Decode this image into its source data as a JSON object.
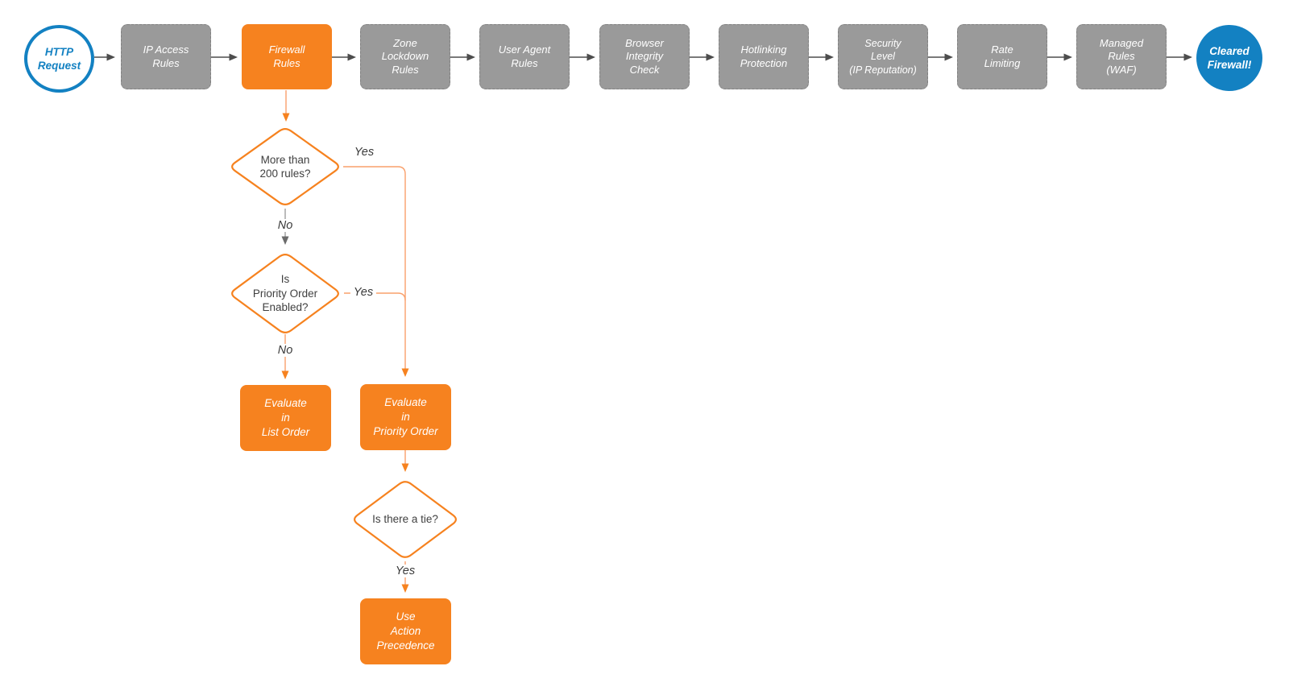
{
  "diagram": "Firewall request evaluation flowchart",
  "colors": {
    "accent_orange": "#f6821f",
    "connector_orange": "#f9a06b",
    "node_gray": "#9a9a9a",
    "accent_blue": "#1381c2",
    "connector_dark": "#4d4d4d",
    "connector_gray": "#9e9e9e",
    "text_dark": "#404040"
  },
  "start": {
    "label": "HTTP\nRequest"
  },
  "steps": [
    {
      "label": "IP Access\nRules"
    },
    {
      "label": "Firewall\nRules",
      "highlighted": true
    },
    {
      "label": "Zone\nLockdown\nRules"
    },
    {
      "label": "User Agent\nRules"
    },
    {
      "label": "Browser\nIntegrity\nCheck"
    },
    {
      "label": "Hotlinking\nProtection"
    },
    {
      "label": "Security\nLevel\n(IP Reputation)"
    },
    {
      "label": "Rate\nLimiting"
    },
    {
      "label": "Managed\nRules\n(WAF)"
    }
  ],
  "end": {
    "label": "Cleared\nFirewall!"
  },
  "decisions": [
    {
      "label": "More than\n200 rules?"
    },
    {
      "label": "Is\nPriority Order\nEnabled?"
    },
    {
      "label": "Is there a tie?"
    }
  ],
  "outcomes": [
    {
      "label": "Evaluate\nin\nList Order"
    },
    {
      "label": "Evaluate\nin\nPriority Order"
    },
    {
      "label": "Use\nAction\nPrecedence"
    }
  ],
  "edges": {
    "yes_200": "Yes",
    "no_200": "No",
    "yes_priority": "Yes",
    "no_priority": "No",
    "yes_tie": "Yes"
  }
}
